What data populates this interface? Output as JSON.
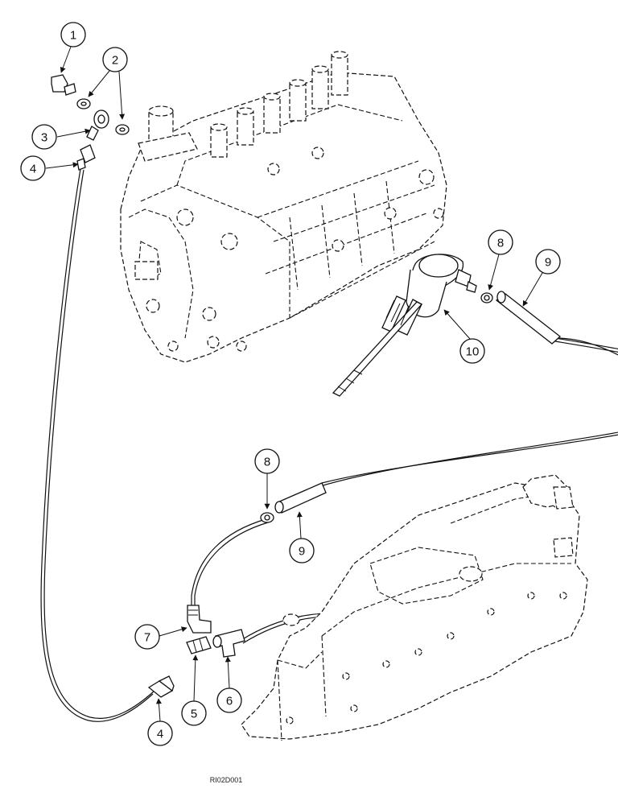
{
  "callouts": [
    {
      "id": "1",
      "label": "1"
    },
    {
      "id": "2",
      "label": "2"
    },
    {
      "id": "3",
      "label": "3"
    },
    {
      "id": "4a",
      "label": "4"
    },
    {
      "id": "8a",
      "label": "8"
    },
    {
      "id": "9a",
      "label": "9"
    },
    {
      "id": "10",
      "label": "10"
    },
    {
      "id": "8b",
      "label": "8"
    },
    {
      "id": "9b",
      "label": "9"
    },
    {
      "id": "7",
      "label": "7"
    },
    {
      "id": "6",
      "label": "6"
    },
    {
      "id": "5",
      "label": "5"
    },
    {
      "id": "4b",
      "label": "4"
    }
  ],
  "reference_code": "RI02D001"
}
